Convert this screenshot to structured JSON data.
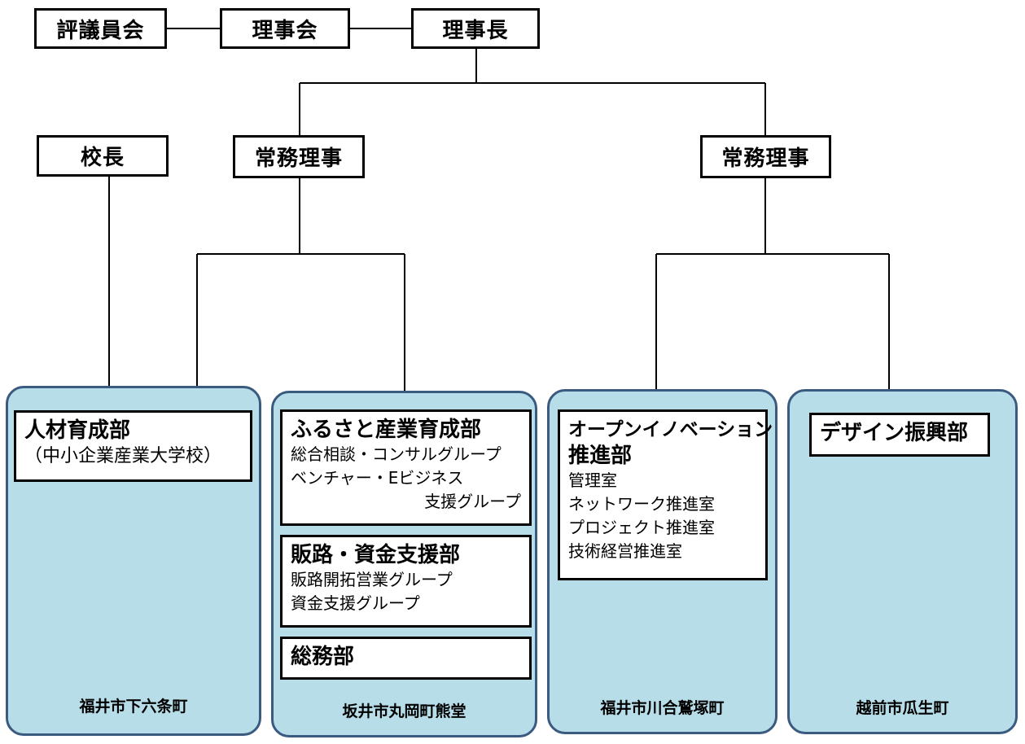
{
  "top": {
    "council": "評議員会",
    "board": "理事会",
    "chairman": "理事長"
  },
  "principal": "校長",
  "director_left": "常務理事",
  "director_right": "常務理事",
  "panels": {
    "hr": {
      "dept_title": "人材育成部",
      "dept_sub": "（中小企業産業大学校）",
      "location": "福井市下六条町"
    },
    "furusato": {
      "dept1_title": "ふるさと産業育成部",
      "dept1_lines": [
        "総合相談・コンサルグループ",
        "ベンチャー・Eビジネス",
        "支援グループ"
      ],
      "dept2_title": "販路・資金支援部",
      "dept2_lines": [
        "販路開拓営業グループ",
        "資金支援グループ"
      ],
      "dept3_title": "総務部",
      "location": "坂井市丸岡町熊堂"
    },
    "innovation": {
      "dept_title_1": "オープンイノベーション",
      "dept_title_2": "推進部",
      "dept_lines": [
        "管理室",
        "ネットワーク推進室",
        "プロジェクト推進室",
        "技術経営推進室"
      ],
      "location": "福井市川合鷲塚町"
    },
    "design": {
      "dept_title": "デザイン振興部",
      "location": "越前市瓜生町"
    }
  }
}
